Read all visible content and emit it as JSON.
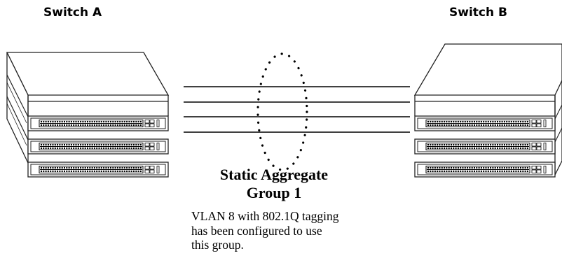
{
  "switch_a": {
    "label": "Switch A"
  },
  "switch_b": {
    "label": "Switch B"
  },
  "aggregate": {
    "title_line1": "Static Aggregate",
    "title_line2": "Group 1",
    "description_lines": [
      "VLAN 8 with 802.1Q tagging",
      "has been configured to use",
      "this group."
    ]
  },
  "link_count": 4,
  "units_per_switch": 3
}
